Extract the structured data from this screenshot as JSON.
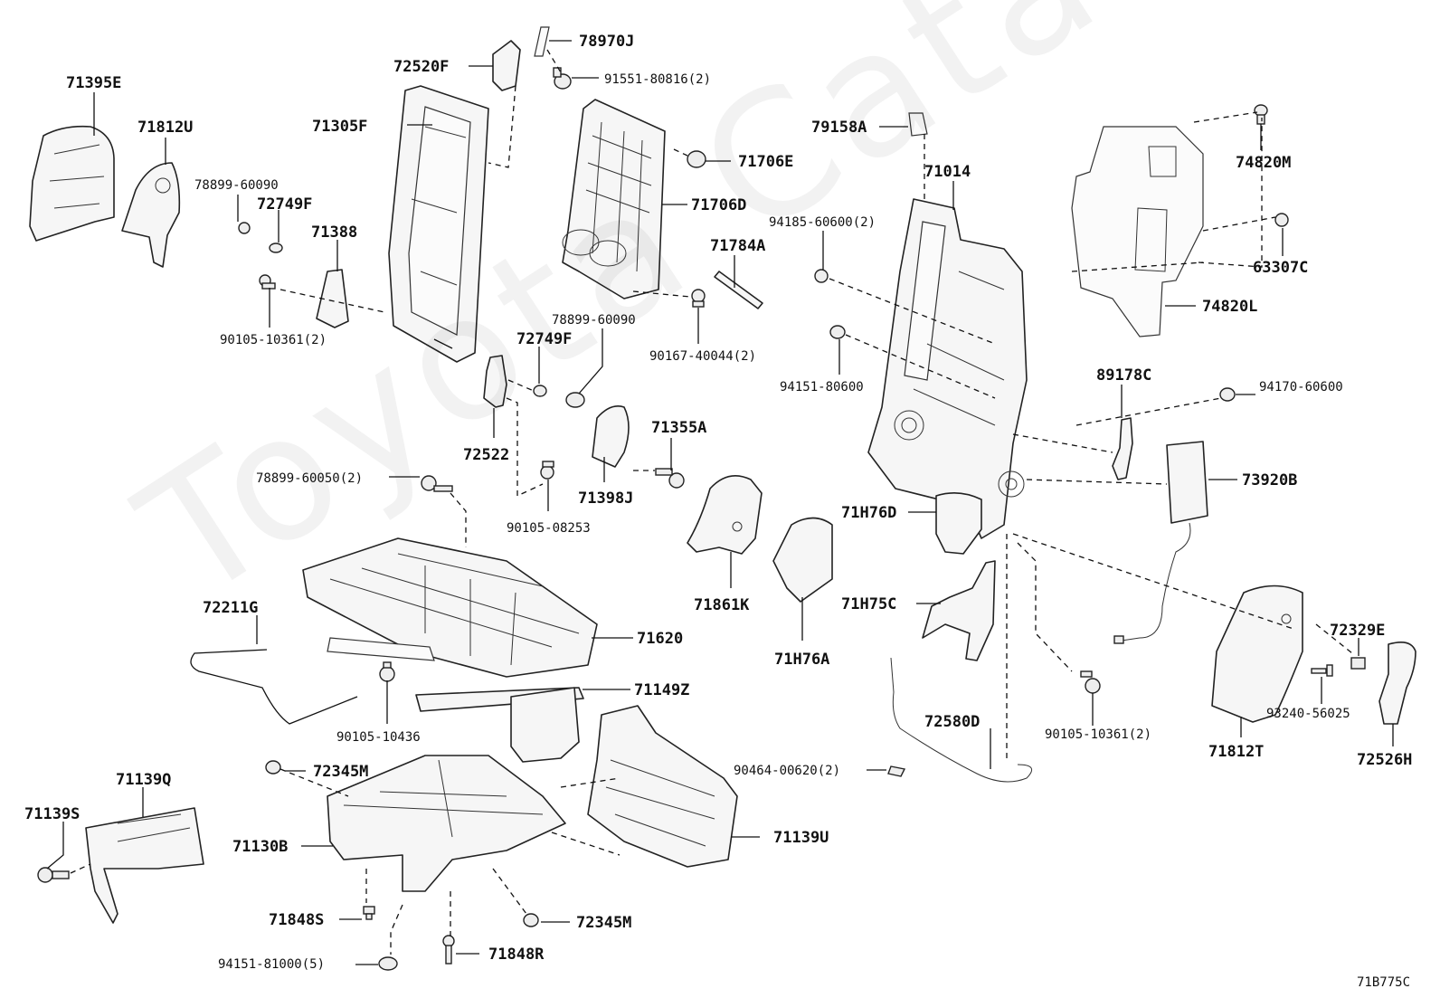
{
  "diagram_code": "71B775C",
  "watermark": "Toyota Catalog",
  "callouts": {
    "c71395E": "71395E",
    "c71812U": "71812U",
    "c78899_60090_a": "78899-60090",
    "c72749F_a": "72749F",
    "c71388": "71388",
    "c90105_10361_a": "90105-10361(2)",
    "c72520F": "72520F",
    "c78970J": "78970J",
    "c91551_80816": "91551-80816(2)",
    "c71305F": "71305F",
    "c71706E": "71706E",
    "c71706D": "71706D",
    "c71784A": "71784A",
    "c90167_40044": "90167-40044(2)",
    "c78899_60090_b": "78899-60090",
    "c72749F_b": "72749F",
    "c72522": "72522",
    "c71355A": "71355A",
    "c71398J": "71398J",
    "c78899_60050": "78899-60050(2)",
    "c90105_08253": "90105-08253",
    "c79158A": "79158A",
    "c71014": "71014",
    "c94185_60600": "94185-60600(2)",
    "c94151_80600": "94151-80600",
    "c74820M": "74820M",
    "c63307C": "63307C",
    "c74820L": "74820L",
    "c89178C": "89178C",
    "c94170_60600": "94170-60600",
    "c73920B": "73920B",
    "c71H76D": "71H76D",
    "c71H75C": "71H75C",
    "c71861K": "71861K",
    "c71H76A": "71H76A",
    "c72211G": "72211G",
    "c71620": "71620",
    "c71149Z": "71149Z",
    "c90105_10436": "90105-10436",
    "c72580D": "72580D",
    "c90464_00620": "90464-00620(2)",
    "c90105_10361_b": "90105-10361(2)",
    "c72329E": "72329E",
    "c93240_56025": "93240-56025",
    "c71812T": "71812T",
    "c72526H": "72526H",
    "c71139Q": "71139Q",
    "c71139S": "71139S",
    "c71130B": "71130B",
    "c72345M_a": "72345M",
    "c71139U": "71139U",
    "c71848S": "71848S",
    "c72345M_b": "72345M",
    "c94151_81000": "94151-81000(5)",
    "c71848R": "71848R"
  }
}
